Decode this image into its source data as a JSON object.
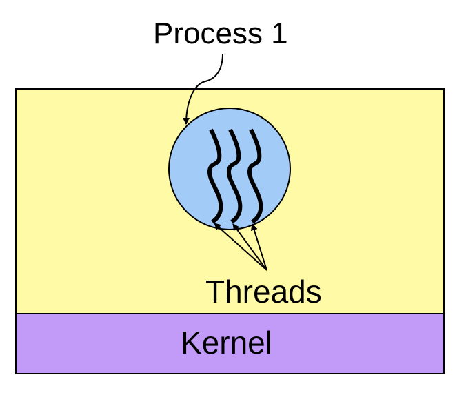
{
  "diagram": {
    "process_label": "Process 1",
    "threads_label": "Threads",
    "kernel_label": "Kernel",
    "thread_count": 3,
    "colors": {
      "user_space": "#fffaa6",
      "kernel": "#c29bf9",
      "process": "#a3cbf8",
      "stroke": "#000000"
    }
  }
}
